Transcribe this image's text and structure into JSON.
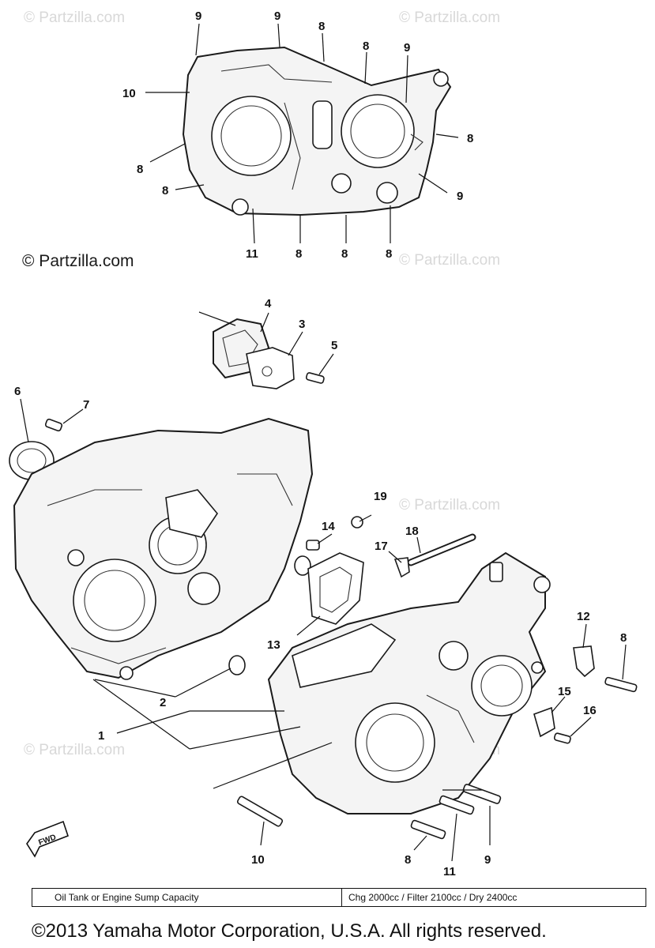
{
  "watermarks": {
    "main": "© Partzilla.com",
    "faint": "© Partzilla.com"
  },
  "callouts": {
    "top": [
      "9",
      "9",
      "8",
      "8",
      "9",
      "10",
      "8",
      "8",
      "9",
      "8",
      "11",
      "8",
      "8",
      "8"
    ],
    "bottom": [
      "4",
      "3",
      "5",
      "6",
      "7",
      "19",
      "14",
      "18",
      "17",
      "13",
      "12",
      "8",
      "2",
      "15",
      "16",
      "1",
      "10",
      "8",
      "11",
      "9"
    ]
  },
  "fwd_label": "FWD",
  "capacity": {
    "label": "Oil Tank or Engine Sump Capacity",
    "value": "Chg 2000cc / Filter 2100cc / Dry 2400cc"
  },
  "copyright": "©2013 Yamaha Motor Corporation, U.S.A. All rights reserved."
}
